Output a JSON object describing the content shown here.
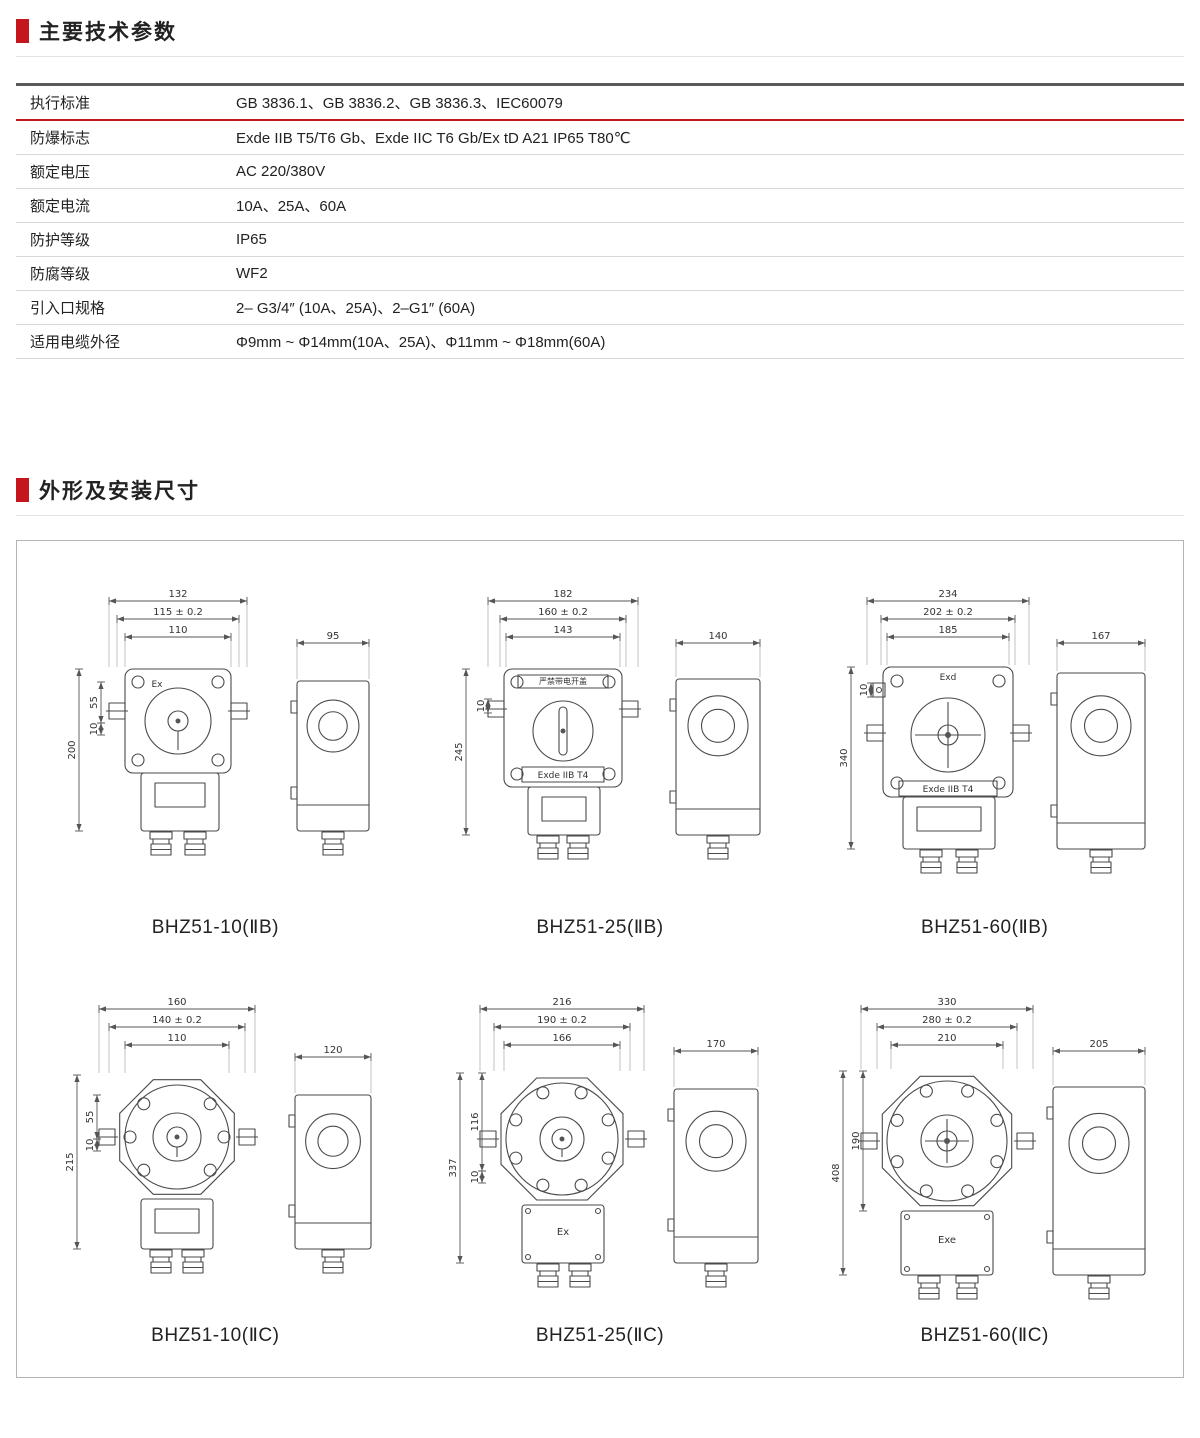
{
  "sections": {
    "params_title": "主要技术参数",
    "dims_title": "外形及安装尺寸"
  },
  "params": {
    "rows": [
      {
        "label": "执行标准",
        "value": "GB 3836.1、GB 3836.2、GB 3836.3、IEC60079"
      },
      {
        "label": "防爆标志",
        "value": "Exde IIB T5/T6 Gb、Exde IIC T6 Gb/Ex tD A21 IP65 T80℃"
      },
      {
        "label": "额定电压",
        "value": "AC 220/380V"
      },
      {
        "label": "额定电流",
        "value": "10A、25A、60A"
      },
      {
        "label": "防护等级",
        "value": "IP65"
      },
      {
        "label": "防腐等级",
        "value": "WF2"
      },
      {
        "label": "引入口规格",
        "value": "2– G3/4″ (10A、25A)、2–G1″ (60A)"
      },
      {
        "label": "适用电缆外径",
        "value": "Φ9mm ~ Φ14mm(10A、25A)、Φ11mm ~ Φ18mm(60A)"
      }
    ]
  },
  "drawings": [
    {
      "caption": "BHZ51-10(ⅡB)",
      "top_dims": [
        "132",
        "115 ± 0.2",
        "110"
      ],
      "left_dims": [
        "55",
        "10",
        "200"
      ],
      "side_dim": "95",
      "front_labels": [
        "Ex"
      ]
    },
    {
      "caption": "BHZ51-25(ⅡB)",
      "top_dims": [
        "182",
        "160 ± 0.2",
        "143"
      ],
      "left_dims": [
        "10",
        "245"
      ],
      "side_dim": "140",
      "front_labels": [
        "严禁带电开盖",
        "Exde IIB T4"
      ]
    },
    {
      "caption": "BHZ51-60(ⅡB)",
      "top_dims": [
        "234",
        "202 ± 0.2",
        "185"
      ],
      "left_dims": [
        "340",
        "10"
      ],
      "side_dim": "167",
      "front_labels": [
        "Exd",
        "Exde IIB T4"
      ]
    },
    {
      "caption": "BHZ51-10(ⅡC)",
      "top_dims": [
        "160",
        "140 ± 0.2",
        "110"
      ],
      "left_dims": [
        "55",
        "10",
        "215"
      ],
      "side_dim": "120",
      "front_labels": []
    },
    {
      "caption": "BHZ51-25(ⅡC)",
      "top_dims": [
        "216",
        "190 ± 0.2",
        "166"
      ],
      "left_dims": [
        "116",
        "10",
        "337"
      ],
      "side_dim": "170",
      "front_labels": [
        "Ex"
      ]
    },
    {
      "caption": "BHZ51-60(ⅡC)",
      "top_dims": [
        "330",
        "280 ± 0.2",
        "210"
      ],
      "left_dims": [
        "190",
        "408"
      ],
      "side_dim": "205",
      "front_labels": [
        "Exe"
      ]
    }
  ]
}
